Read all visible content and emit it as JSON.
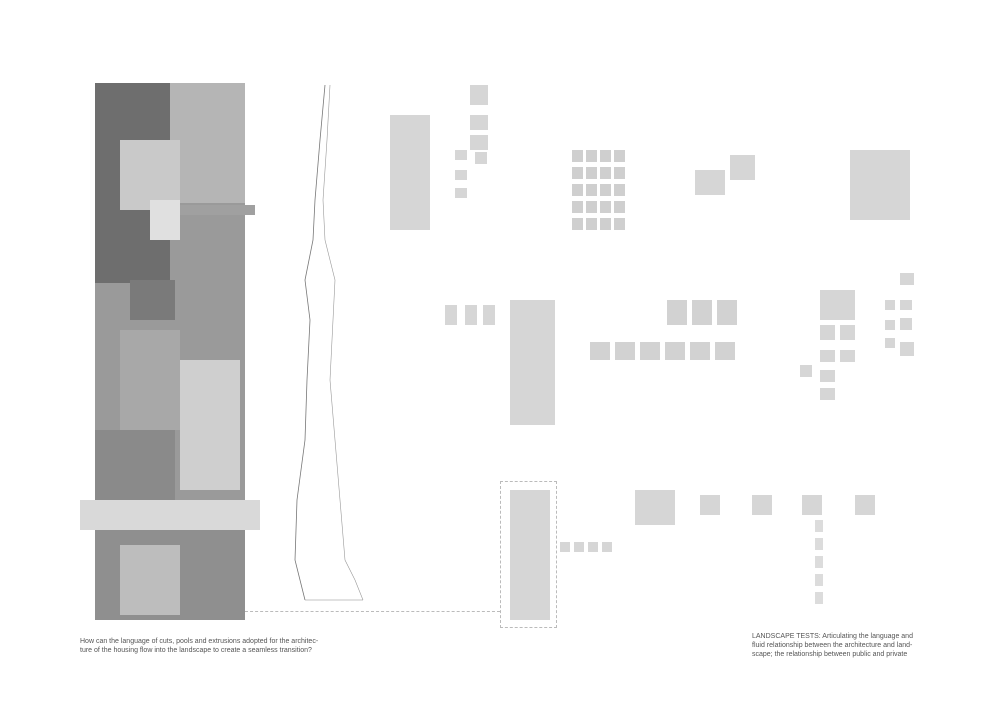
{
  "captions": {
    "question": "How can the language of cuts, pools and extrusions adopted for the architecture of the housing flow into the landscape to create a seamless transition?",
    "question_line1": "How can the language of cuts, pools and extrusions adopted for the architec-",
    "question_line2": "ture of the housing flow into the landscape to create a seamless transition?",
    "tests_line1": "LANDSCAPE TESTS: Articulating the language and",
    "tests_line2": "fluid relationship between the architecture and land-",
    "tests_line3": "scape; the relationship between public and private"
  },
  "colors": {
    "model_dark": "#6e6e6e",
    "model_mid": "#9a9a9a",
    "model_light": "#d6d6d6",
    "background": "#ffffff"
  }
}
